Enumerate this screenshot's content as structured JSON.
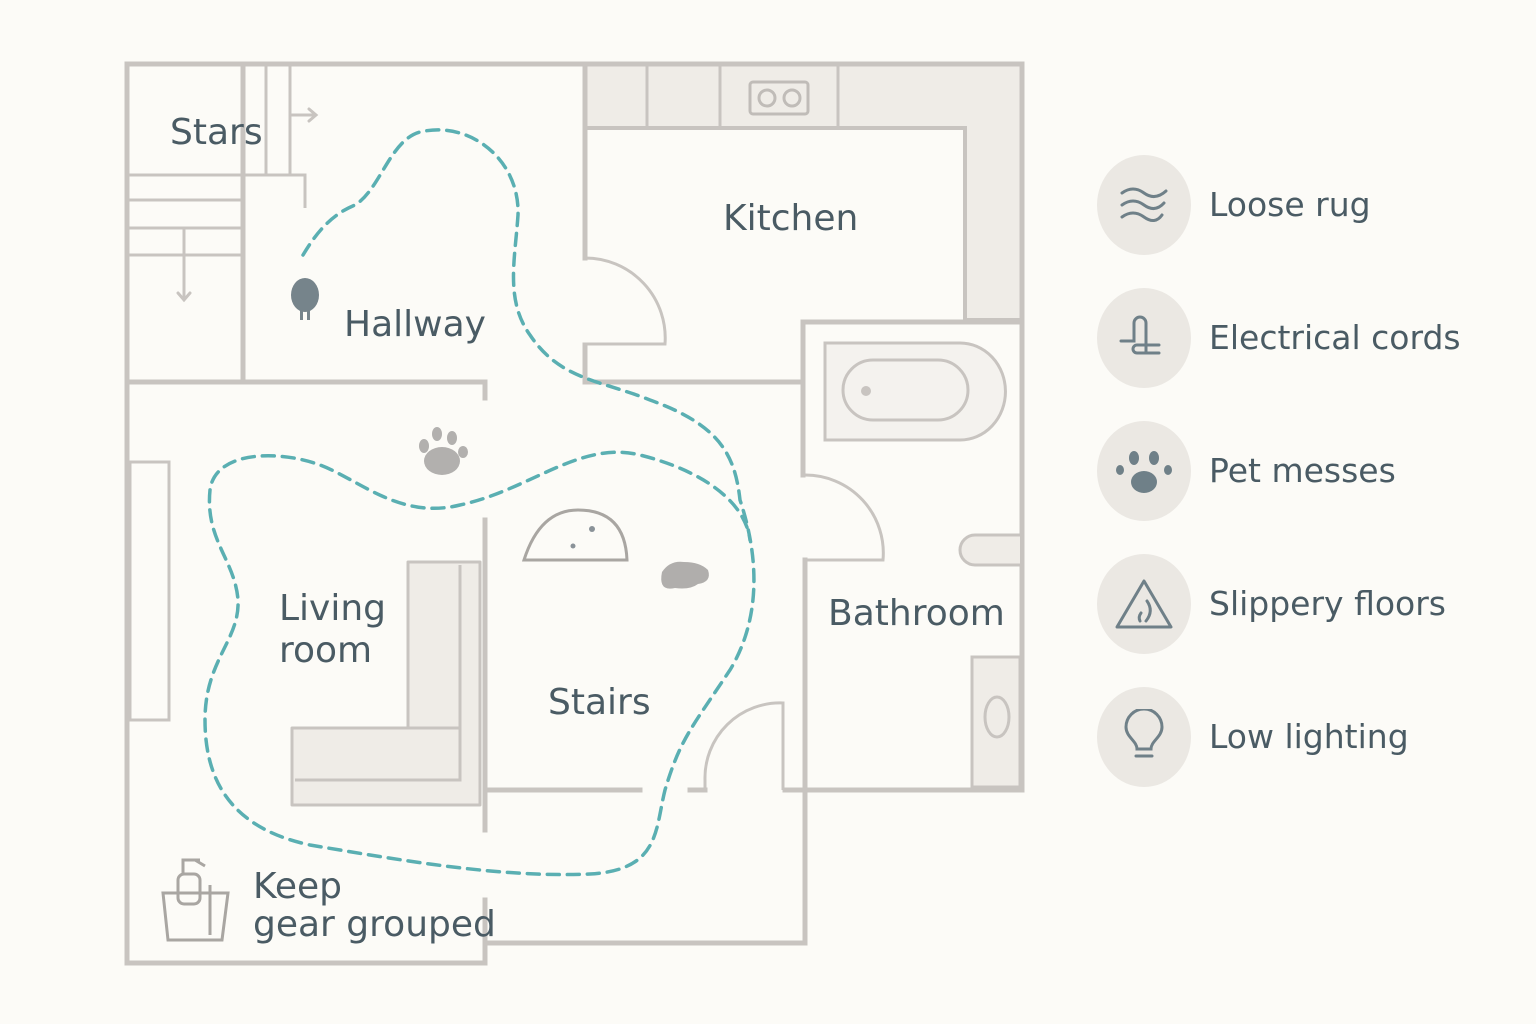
{
  "rooms": {
    "stairs_top": "Stars",
    "hallway": "Hallway",
    "kitchen": "Kitchen",
    "living_line1": "Living",
    "living_line2": "room",
    "stairs": "Stairs",
    "bathroom": "Bathroom"
  },
  "note": {
    "line1": "Keep",
    "line2": "gear grouped"
  },
  "legend": [
    {
      "icon": "waves-icon",
      "label": "Loose rug"
    },
    {
      "icon": "cord-icon",
      "label": "Electrical cords"
    },
    {
      "icon": "paw-icon",
      "label": "Pet messes"
    },
    {
      "icon": "warning-icon",
      "label": "Slippery floors"
    },
    {
      "icon": "lightbulb-icon",
      "label": "Low lighting"
    }
  ],
  "colors": {
    "wall": "#c8c4c0",
    "path": "#5aafb2",
    "text": "#4a5b64",
    "icon": "#6f8088"
  }
}
